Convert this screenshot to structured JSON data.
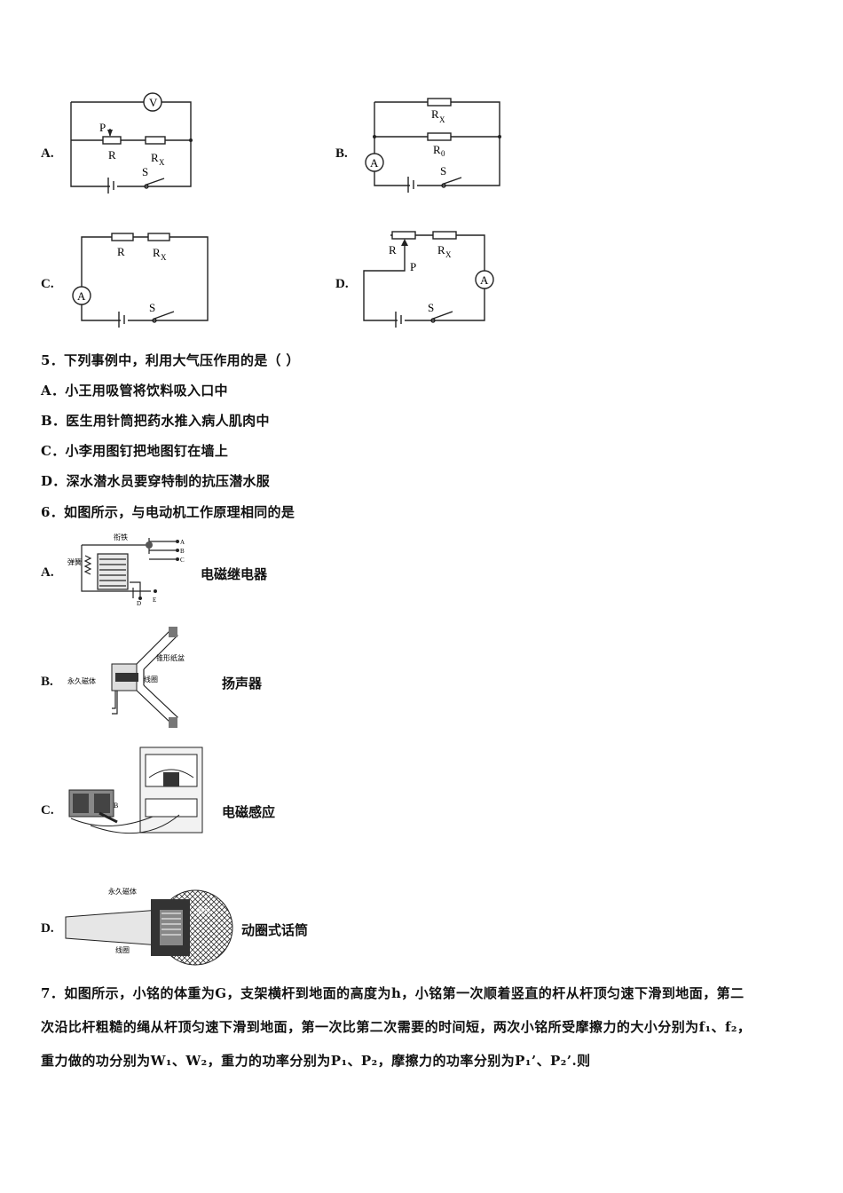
{
  "circuits": [
    {
      "letter": "A.",
      "labels": {
        "voltmeter": "V",
        "slider": "P",
        "rheostat": "R",
        "rx": "R",
        "rx_sub": "X",
        "switch": "S"
      }
    },
    {
      "letter": "B.",
      "labels": {
        "rx": "R",
        "rx_sub": "X",
        "r0": "R",
        "r0_sub": "0",
        "ammeter": "A",
        "switch": "S"
      }
    },
    {
      "letter": "C.",
      "labels": {
        "r": "R",
        "rx": "R",
        "rx_sub": "X",
        "ammeter": "A",
        "switch": "S"
      }
    },
    {
      "letter": "D.",
      "labels": {
        "rheostat": "R",
        "slider": "P",
        "rx": "R",
        "rx_sub": "X",
        "ammeter": "A",
        "switch": "S"
      }
    }
  ],
  "q5": {
    "stem": "5．下列事例中，利用大气压作用的是（  ）",
    "options": [
      "A．小王用吸管将饮料吸入口中",
      "B．医生用针筒把药水推入病人肌肉中",
      "C．小李用图钉把地图钉在墙上",
      "D．深水潜水员要穿特制的抗压潜水服"
    ]
  },
  "q6": {
    "stem": "6．如图所示，与电动机工作原理相同的是",
    "options": [
      {
        "letter": "A.",
        "caption": "电磁继电器",
        "figure_labels": [
          "衔铁",
          "弹簧",
          "A",
          "B",
          "C",
          "D",
          "E"
        ]
      },
      {
        "letter": "B.",
        "caption": "扬声器",
        "figure_labels": [
          "锥形纸盆",
          "永久磁体",
          "线圈"
        ]
      },
      {
        "letter": "C.",
        "caption": "电磁感应",
        "figure_labels": [
          "B"
        ]
      },
      {
        "letter": "D.",
        "caption": "动圈式话筒",
        "figure_labels": [
          "永久磁体",
          "膜片",
          "线圈"
        ]
      }
    ]
  },
  "q7": {
    "line1": "7．如图所示，小铭的体重为G，支架横杆到地面的高度为h，小铭第一次顺着竖直的杆从杆顶匀速下滑到地面，第二",
    "line2": "次沿比杆粗糙的绳从杆顶匀速下滑到地面，第一次比第二次需要的时间短，两次小铭所受摩擦力的大小分别为f₁、f₂，",
    "line3": "重力做的功分别为W₁、W₂，重力的功率分别为P₁、P₂，摩擦力的功率分别为P₁’、P₂’.则"
  }
}
